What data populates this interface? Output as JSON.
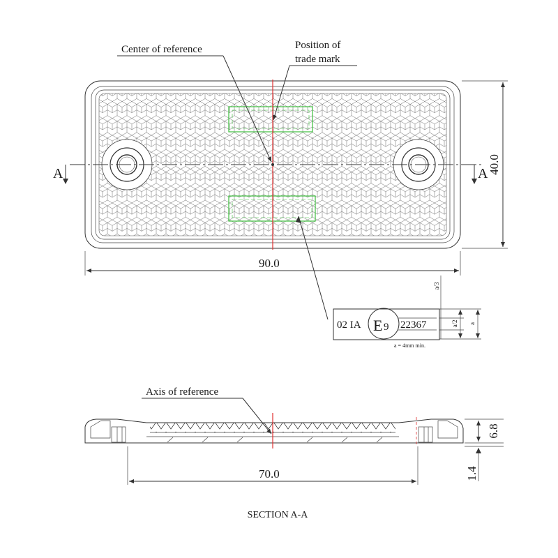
{
  "labels": {
    "center_of_reference": "Center of reference",
    "position_of_trade_mark_line1": "Position of",
    "position_of_trade_mark_line2": "trade mark",
    "axis_of_reference": "Axis of reference",
    "section_title": "SECTION A-A",
    "section_marker_left": "A",
    "section_marker_right": "A"
  },
  "dimensions": {
    "width": "90.0",
    "height": "40.0",
    "hole_spacing": "70.0",
    "thickness": "6.8",
    "base": "1.4"
  },
  "approval_mark": {
    "prefix": "02 IA",
    "e_letter": "E",
    "e_number": "9",
    "approval_number": "22367",
    "dim_a_third": "a/3",
    "dim_a_half": "a/2",
    "dim_a": "a",
    "note": "a = 4mm min."
  },
  "colors": {
    "reference_axis": "#e03030",
    "trade_mark_area": "#3cbf3c",
    "line": "#333333"
  }
}
